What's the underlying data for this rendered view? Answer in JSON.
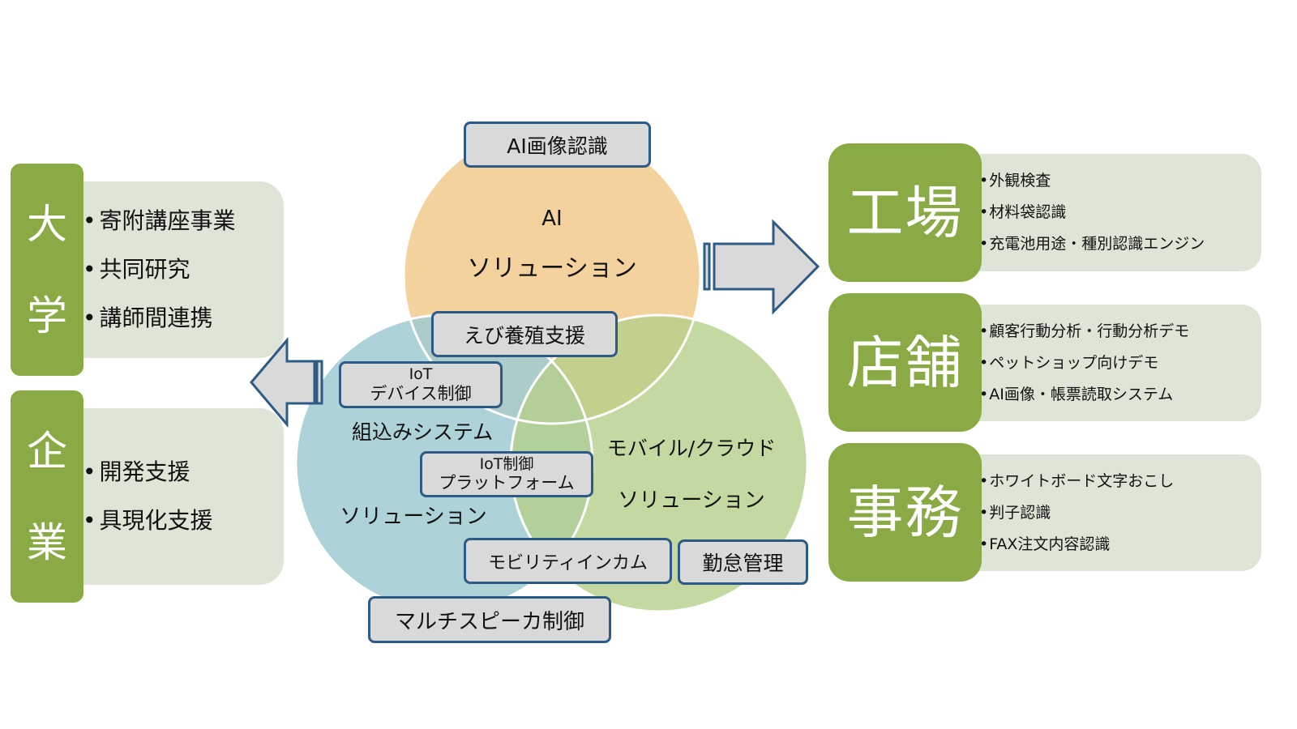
{
  "left": {
    "university": {
      "chars": [
        "大",
        "学"
      ],
      "items": [
        "寄附講座事業",
        "共同研究",
        "講師間連携"
      ]
    },
    "company": {
      "chars": [
        "企",
        "業"
      ],
      "items": [
        "開発支援",
        "具現化支援"
      ]
    }
  },
  "venn": {
    "ai_line1": "AI",
    "ai_line2": "ソリューション",
    "embedded_line1": "組込みシステム",
    "embedded_line2": "ソリューション",
    "mobile_line1": "モバイル/クラウド",
    "mobile_line2": "ソリューション",
    "colors": {
      "ai": "#f2cc8f",
      "embedded": "#a6cfd5",
      "mobile": "#b9d28c"
    }
  },
  "boxes": {
    "ai_image": "AI画像認識",
    "shrimp": "えび養殖支援",
    "iot_device_line1": "IoT",
    "iot_device_line2": "デバイス制御",
    "iot_platform_line1": "IoT制御",
    "iot_platform_line2": "プラットフォーム",
    "mobility": "モビリティインカム",
    "attendance": "勤怠管理",
    "multispeaker": "マルチスピーカ制御"
  },
  "right": {
    "factory": {
      "label": "工場",
      "items": [
        "外観検査",
        "材料袋認識",
        "充電池用途・種別認識エンジン"
      ]
    },
    "store": {
      "label": "店舗",
      "items": [
        "顧客行動分析・行動分析デモ",
        "ペットショップ向けデモ",
        "AI画像・帳票読取システム"
      ]
    },
    "office": {
      "label": "事務",
      "items": [
        "ホワイトボード文字おこし",
        "判子認識",
        "FAX注文内容認識"
      ]
    }
  },
  "colors": {
    "accent_green": "#8aaa45",
    "panel_bg": "#dfe5d6",
    "box_border": "#2d5b86",
    "box_bg": "#d9d9d9"
  }
}
